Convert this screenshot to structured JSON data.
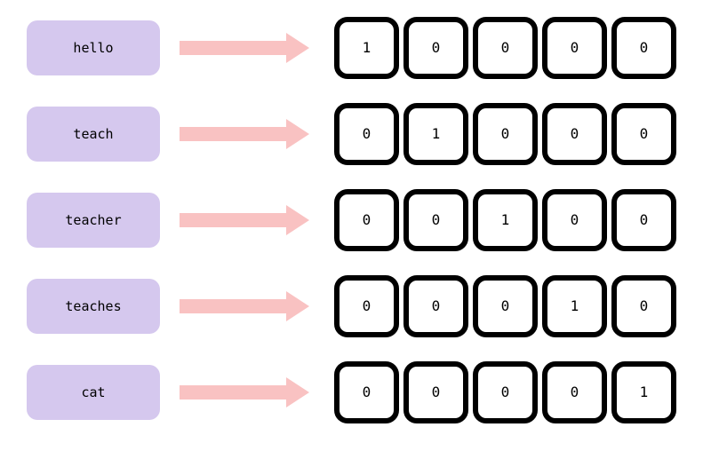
{
  "diagram": {
    "colors": {
      "background": "#ffffff",
      "word_box_bg": "#d5c8ee",
      "arrow": "#f9c2c2",
      "cell_border": "#000000",
      "cell_bg": "#ffffff",
      "text": "#000000"
    },
    "rows": [
      {
        "word": "hello",
        "vector": [
          1,
          0,
          0,
          0,
          0
        ]
      },
      {
        "word": "teach",
        "vector": [
          0,
          1,
          0,
          0,
          0
        ]
      },
      {
        "word": "teacher",
        "vector": [
          0,
          0,
          1,
          0,
          0
        ]
      },
      {
        "word": "teaches",
        "vector": [
          0,
          0,
          0,
          1,
          0
        ]
      },
      {
        "word": "cat",
        "vector": [
          0,
          0,
          0,
          0,
          1
        ]
      }
    ]
  }
}
